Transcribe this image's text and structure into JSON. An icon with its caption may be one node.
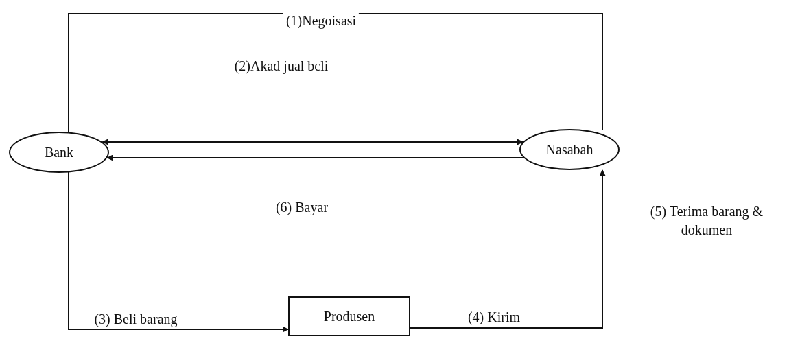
{
  "diagram": {
    "nodes": [
      {
        "text": [
          "Bank"
        ]
      },
      {
        "text": [
          "Nasabah"
        ]
      },
      {
        "text": [
          "Produsen"
        ]
      }
    ],
    "edges": [
      {
        "from": 0,
        "to": 1,
        "arrow": "none",
        "label": "(1)Negoisasi"
      },
      {
        "from": 0,
        "to": 1,
        "arrow": "both",
        "label": "(2)Akad jual bcli"
      },
      {
        "from": 1,
        "to": 0,
        "arrow": "to",
        "label": "(6) Bayar"
      },
      {
        "from": 0,
        "to": 2,
        "arrow": "to",
        "label": "(3) Beli barang"
      },
      {
        "from": 2,
        "to": 1,
        "arrow": "to",
        "label": "(4) Kirim"
      }
    ],
    "labels": [
      "(5) Terima barang & dokumen"
    ]
  }
}
